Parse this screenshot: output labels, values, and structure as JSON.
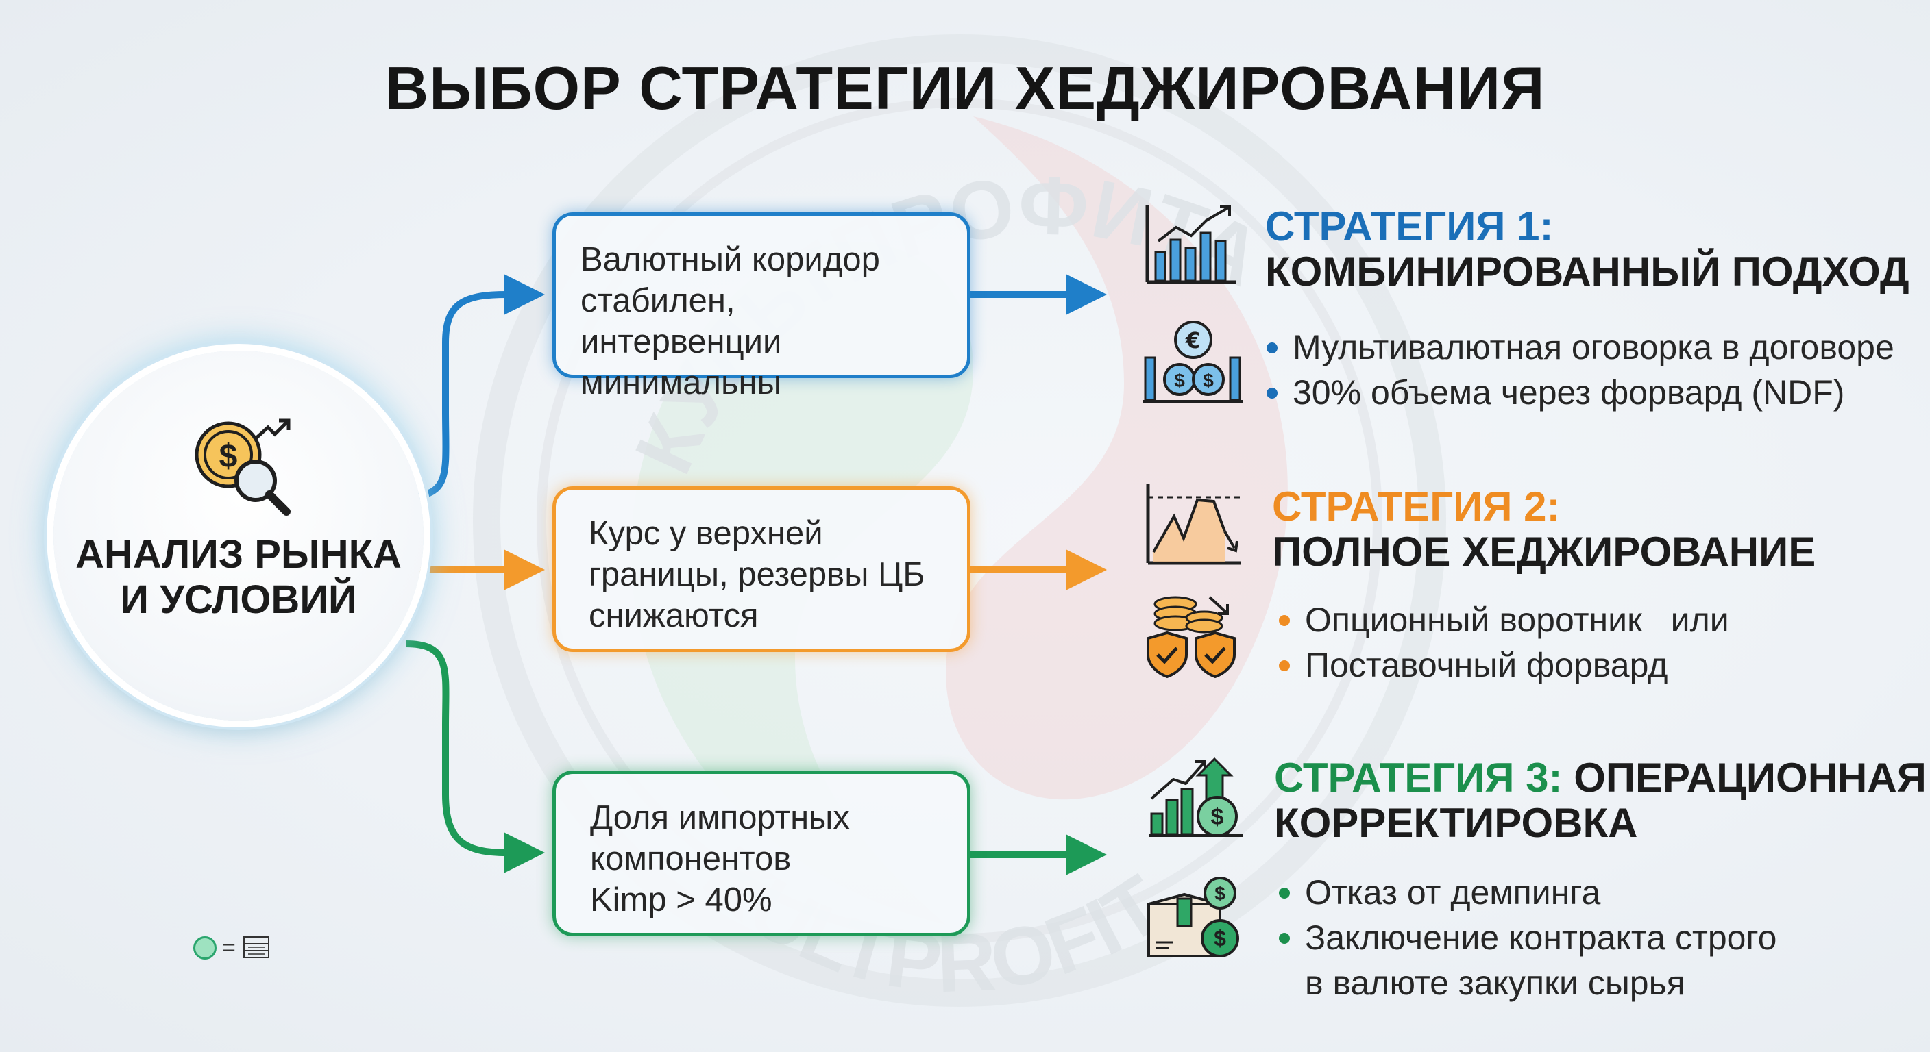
{
  "title": "ВЫБОР СТРАТЕГИИ ХЕДЖИРОВАНИЯ",
  "watermark": {
    "top_text": "КУЛЬТПРОФИТА",
    "bottom_text": "KULTPROFIT"
  },
  "center": {
    "line1": "АНАЛИЗ РЫНКА",
    "line2": "И УСЛОВИЙ",
    "icon": "dollar-coin-magnifier-icon"
  },
  "colors": {
    "blue": "#1b6fb8",
    "orange": "#ef8c22",
    "green": "#1b8f4c"
  },
  "conditions": [
    {
      "lines": [
        "Валютный коридор",
        "стабилен, интервенции",
        "минимальны"
      ]
    },
    {
      "lines": [
        "Курс у верхней",
        "границы, резервы ЦБ",
        "снижаются"
      ]
    },
    {
      "lines": [
        "Доля импортных",
        "компонентов",
        "Kimp > 40%"
      ]
    }
  ],
  "strategies": [
    {
      "label": "СТРАТЕГИЯ 1:",
      "name": "КОМБИНИРОВАННЫЙ ПОДХОД",
      "icons": [
        "bar-chart-growth-icon",
        "currency-exchange-icon"
      ],
      "bullets": [
        "Мультивалютная оговорка в договоре",
        "30% объема через форвард (NDF)"
      ]
    },
    {
      "label": "СТРАТЕГИЯ 2:",
      "name": "ПОЛНОЕ ХЕДЖИРОВАНИЕ",
      "icons": [
        "line-chart-collar-icon",
        "coins-shield-icon"
      ],
      "bullets": [
        "Опционный воротник   или",
        "Поставочный форвард"
      ]
    },
    {
      "label": "СТРАТЕГИЯ 3:",
      "name_part1": "ОПЕРАЦИОННАЯ",
      "name_part2": "КОРРЕКТИРОВКА",
      "icons": [
        "growth-bars-dollar-icon",
        "box-dollar-icon"
      ],
      "bullets": [
        "Отказ от демпинга",
        "Заключение контракта строго",
        "в валюте закупки сырья"
      ]
    }
  ],
  "legend": {
    "symbol": "=",
    "icon": "cash-stack-icon"
  }
}
